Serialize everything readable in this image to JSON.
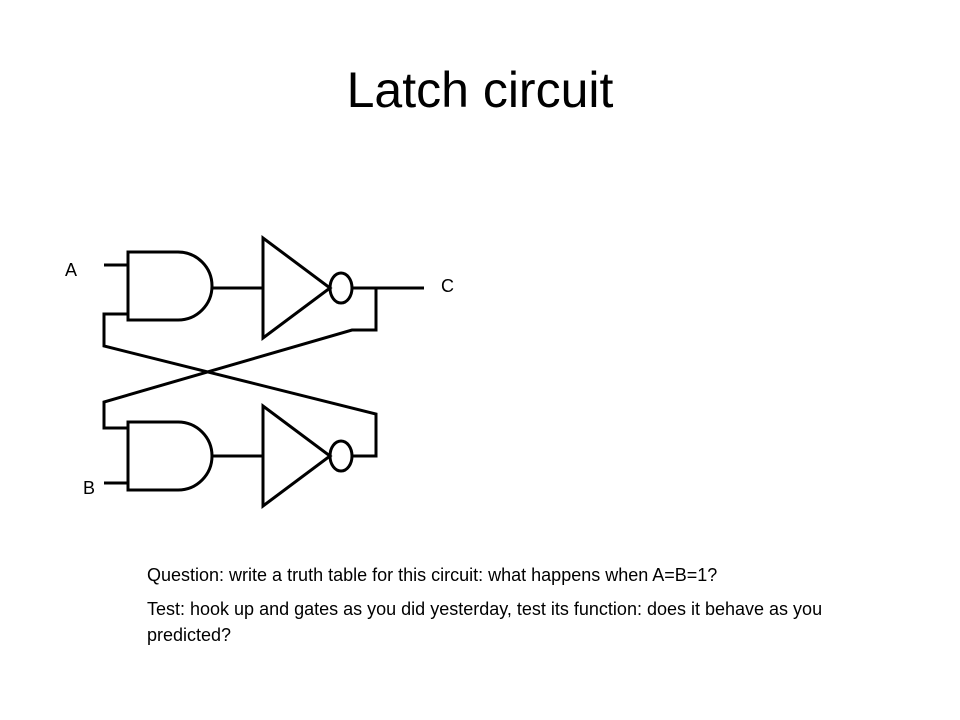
{
  "slide": {
    "title": "Latch circuit"
  },
  "diagram": {
    "labels": {
      "input_a": "A",
      "input_b": "B",
      "output_c": "C"
    },
    "components": [
      {
        "type": "and-gate",
        "name": "top-and-gate"
      },
      {
        "type": "not-gate",
        "name": "top-not-gate"
      },
      {
        "type": "and-gate",
        "name": "bottom-and-gate"
      },
      {
        "type": "not-gate",
        "name": "bottom-not-gate"
      }
    ],
    "colors": {
      "stroke": "#000000",
      "background": "#ffffff"
    }
  },
  "text": {
    "question": "Question: write a truth table for this circuit: what happens when A=B=1?",
    "test": "Test: hook up and gates as you did yesterday, test its function: does it behave as you predicted?"
  }
}
